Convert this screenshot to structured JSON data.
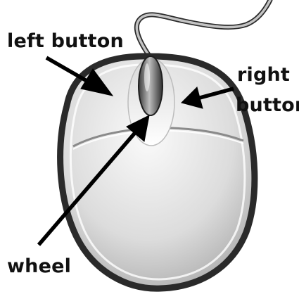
{
  "labels": {
    "left_button": "left button",
    "right_button_line1": "right",
    "right_button_line2": "button",
    "wheel": "wheel"
  },
  "colors": {
    "outline": "#222222",
    "body_light": "#f2f2f2",
    "body_dark": "#a8a8a8",
    "cable": "#9a9a9a",
    "arrow": "#000000"
  },
  "icons": {
    "device": "computer-mouse-icon"
  }
}
